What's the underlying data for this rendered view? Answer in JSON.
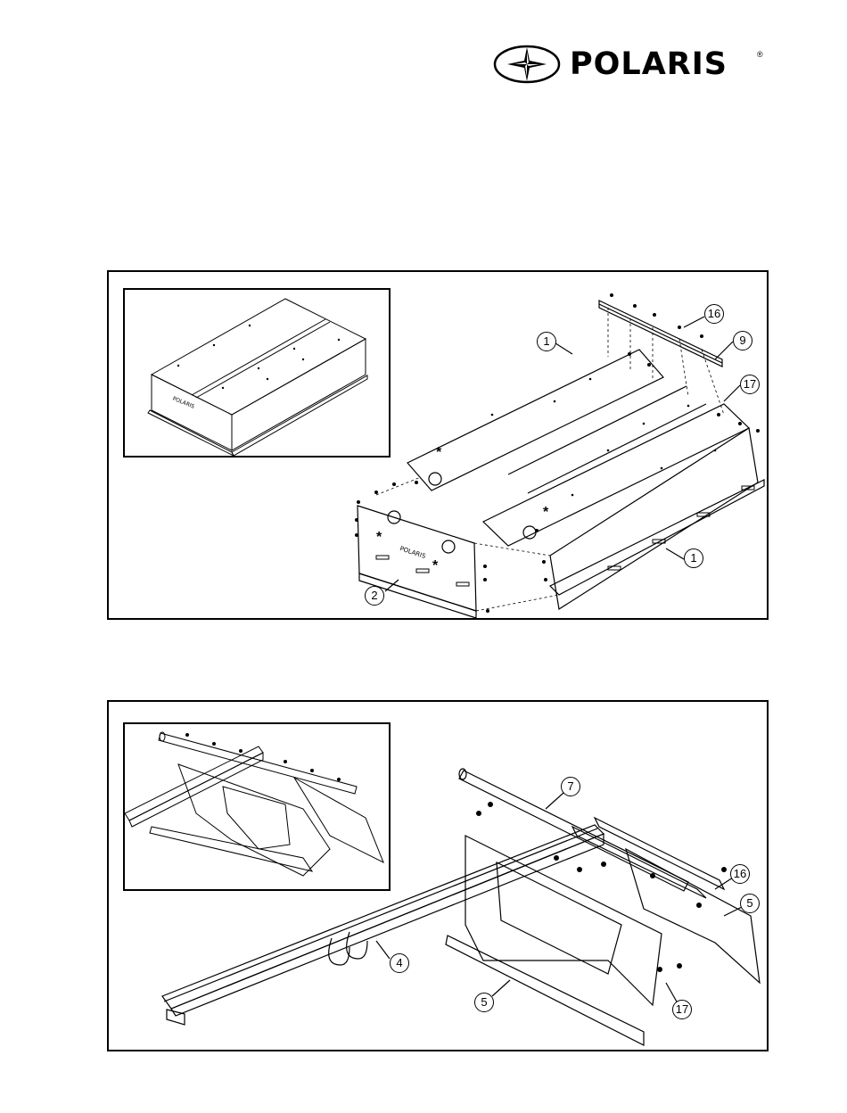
{
  "brand": {
    "name": "POLARIS",
    "registered_mark": "®",
    "logo_icon": "compass-star-icon"
  },
  "figure1": {
    "inset_label": "top-box-assembled",
    "callouts": [
      "16",
      "9",
      "1",
      "17",
      "2",
      "1"
    ],
    "markers": [
      "*",
      "*",
      "*",
      "*"
    ]
  },
  "figure2": {
    "inset_label": "rack-assembled",
    "callouts": [
      "7",
      "16",
      "5",
      "4",
      "5",
      "17"
    ]
  }
}
